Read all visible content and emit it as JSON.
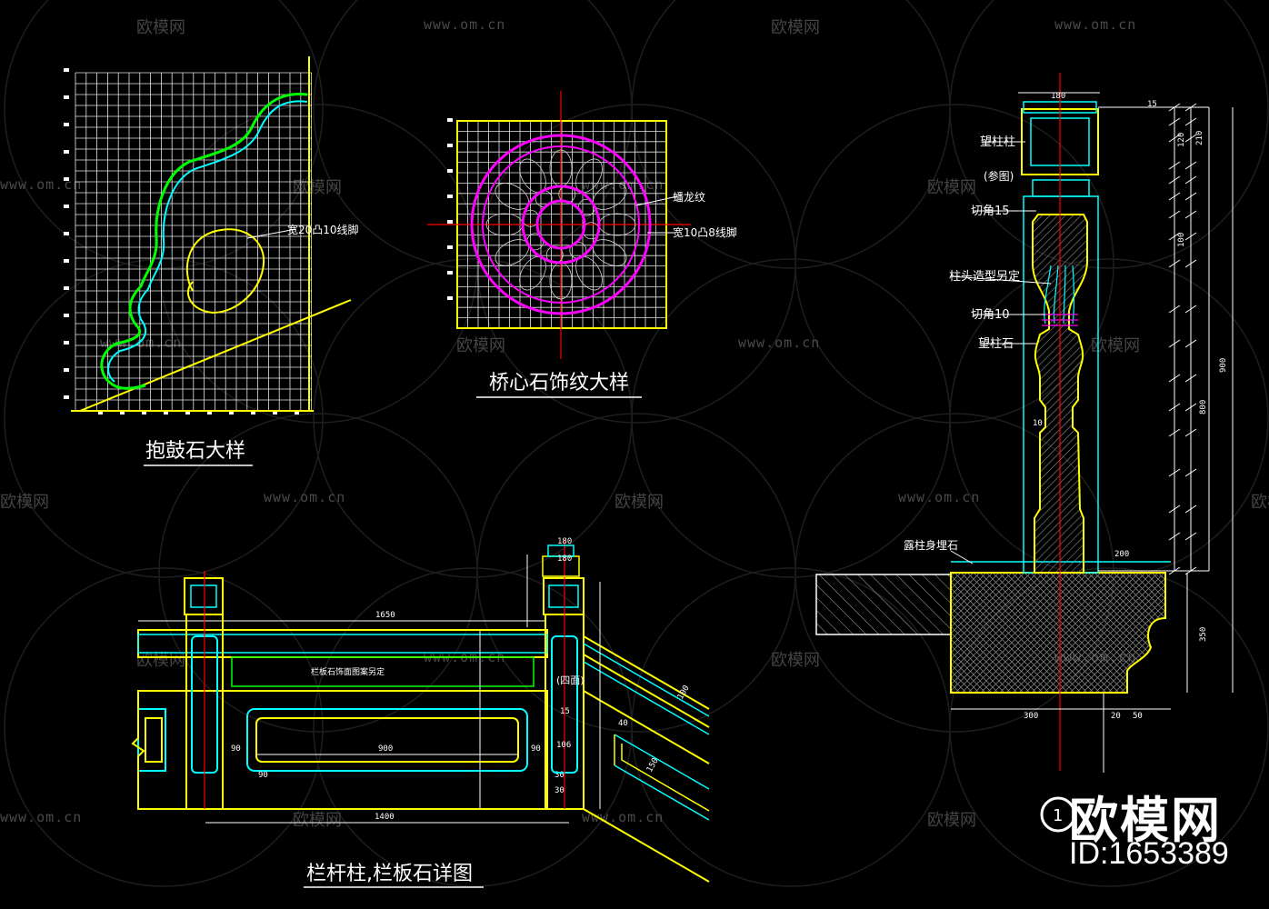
{
  "watermark": {
    "brand": "欧模网",
    "url": "www.om.cn"
  },
  "panels": {
    "drum_stone": {
      "title": "抱鼓石大样",
      "callout": "宽20凸10线脚"
    },
    "bridge_stone": {
      "title": "桥心石饰纹大样",
      "callout_top": "蟠龙纹",
      "callout_bottom": "宽10凸8线脚"
    },
    "elevation": {
      "title": "栏杆柱,栏板石详图",
      "panel_note": "栏板石饰面图案另定",
      "post_note": "(四面)",
      "dims": {
        "top_length": "1650",
        "bottom_length": "1400",
        "inner_length": "900",
        "d90a": "90",
        "d90b": "90",
        "d90c": "90",
        "d30a": "30",
        "d30b": "30",
        "d15": "15",
        "d106": "106",
        "d180a": "180",
        "d180b": "180",
        "d40": "40",
        "d100": "100",
        "d150": "150"
      }
    },
    "section": {
      "labels": {
        "cap": "望柱柱",
        "cap_note": "(参图)",
        "chamfer15": "切角15",
        "carve": "柱头造型另定",
        "chamfer10": "切角10",
        "shaft": "望柱石",
        "base": "露柱身埋石"
      },
      "dims": {
        "top": "180",
        "d15": "15",
        "d210": "210",
        "d120": "120",
        "d10": "10",
        "d100": "100",
        "d900": "900",
        "d800": "800",
        "d200": "200",
        "d350": "350",
        "d300": "300",
        "d50": "50",
        "d20": "20"
      },
      "marker": "1"
    }
  },
  "branding": {
    "logo_text": "欧模网",
    "id_text": "ID:1653389"
  },
  "colors": {
    "grid": "#ffffff",
    "yellow": "#ffff00",
    "cyan": "#00ffff",
    "green": "#00ff00",
    "magenta": "#ff00ff",
    "red": "#ff0000",
    "hatch": "#9a9a9a"
  }
}
